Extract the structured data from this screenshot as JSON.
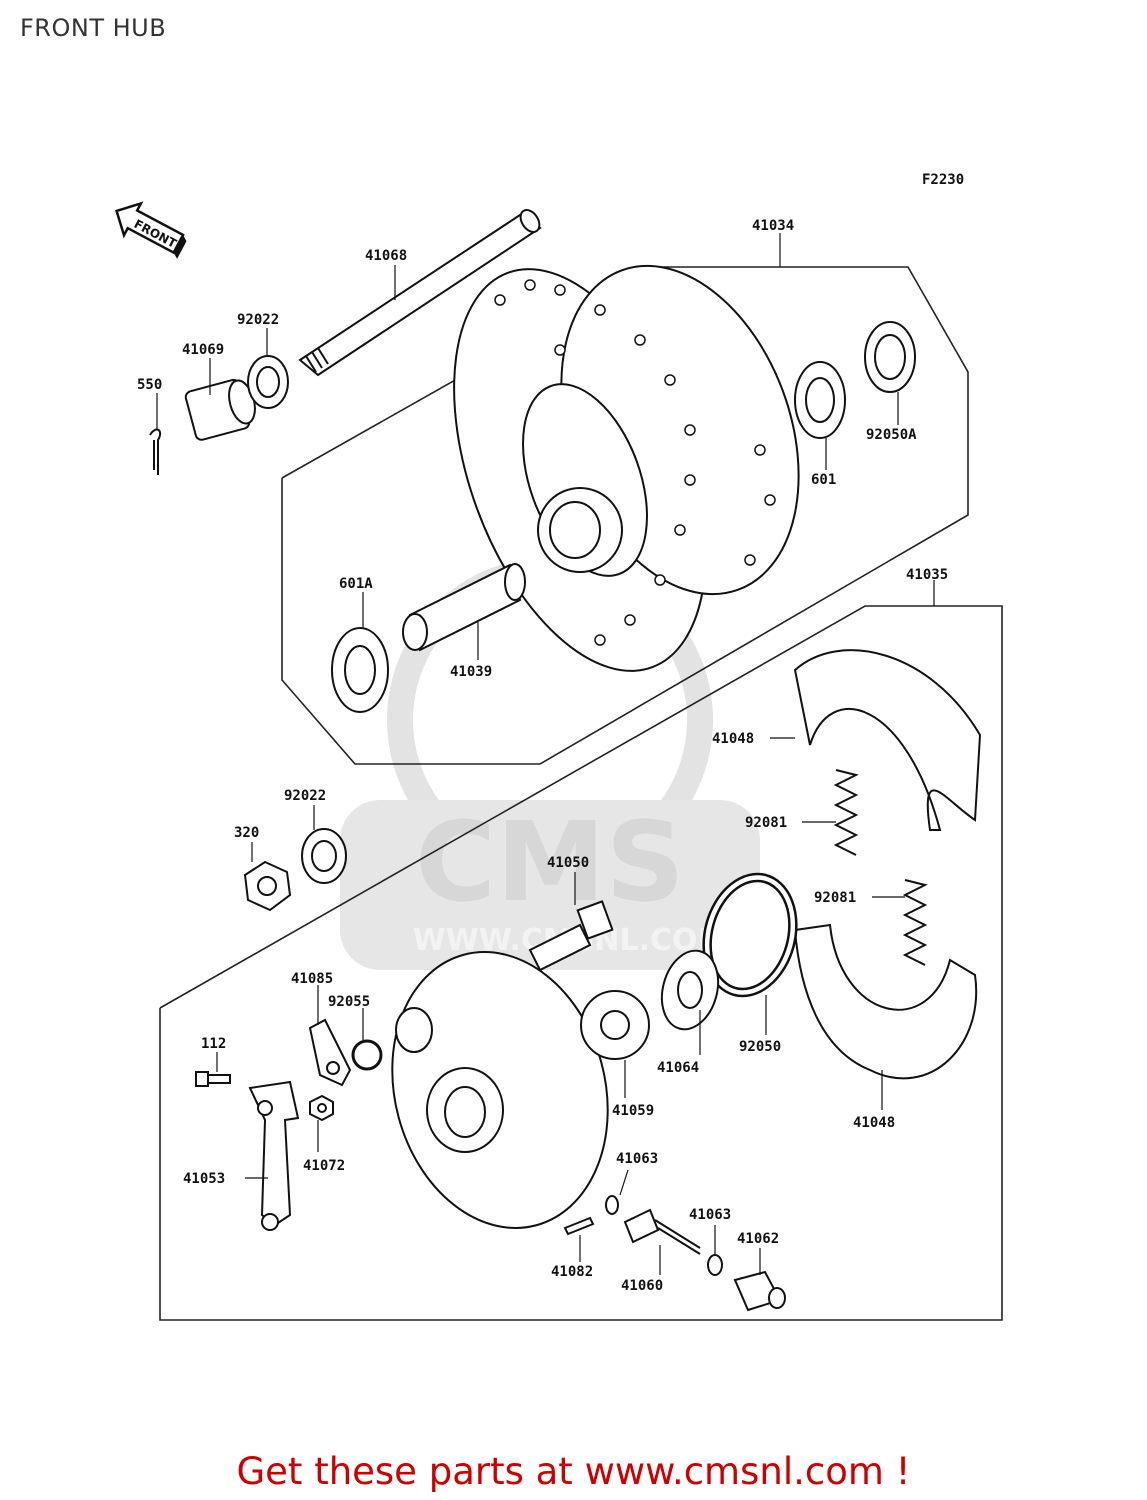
{
  "page": {
    "title": "FRONT HUB"
  },
  "diagram": {
    "figure_code": "F2230",
    "front_badge": "FRONT",
    "watermark": {
      "brand": "CMS",
      "site": "WWW.CMSNL.COM"
    },
    "callouts": [
      {
        "id": "c41034",
        "text": "41034"
      },
      {
        "id": "c41068",
        "text": "41068"
      },
      {
        "id": "c92022a",
        "text": "92022"
      },
      {
        "id": "c41069",
        "text": "41069"
      },
      {
        "id": "c550",
        "text": "550"
      },
      {
        "id": "c601",
        "text": "601"
      },
      {
        "id": "c92050A",
        "text": "92050A"
      },
      {
        "id": "c601A",
        "text": "601A"
      },
      {
        "id": "c41039",
        "text": "41039"
      },
      {
        "id": "c41035",
        "text": "41035"
      },
      {
        "id": "c41048a",
        "text": "41048"
      },
      {
        "id": "c92081a",
        "text": "92081"
      },
      {
        "id": "c92022b",
        "text": "92022"
      },
      {
        "id": "c320",
        "text": "320"
      },
      {
        "id": "c41050",
        "text": "41050"
      },
      {
        "id": "c92081b",
        "text": "92081"
      },
      {
        "id": "c41085",
        "text": "41085"
      },
      {
        "id": "c92055",
        "text": "92055"
      },
      {
        "id": "c112",
        "text": "112"
      },
      {
        "id": "c41064",
        "text": "41064"
      },
      {
        "id": "c92050",
        "text": "92050"
      },
      {
        "id": "c41059",
        "text": "41059"
      },
      {
        "id": "c41048b",
        "text": "41048"
      },
      {
        "id": "c41053",
        "text": "41053"
      },
      {
        "id": "c41072",
        "text": "41072"
      },
      {
        "id": "c41063a",
        "text": "41063"
      },
      {
        "id": "c41063b",
        "text": "41063"
      },
      {
        "id": "c41062",
        "text": "41062"
      },
      {
        "id": "c41082",
        "text": "41082"
      },
      {
        "id": "c41060",
        "text": "41060"
      }
    ]
  },
  "cta": {
    "text": "Get these parts at www.cmsnl.com !"
  }
}
